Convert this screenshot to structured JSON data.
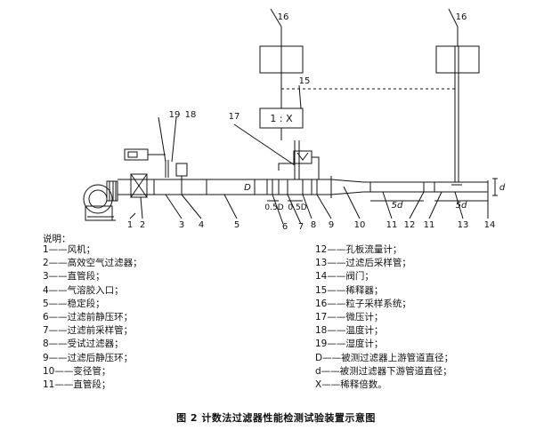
{
  "diagram": {
    "callouts": {
      "n1": "1",
      "n2": "2",
      "n3": "3",
      "n4": "4",
      "n5": "5",
      "n6": "6",
      "n7": "7",
      "n8": "8",
      "n9": "9",
      "n10": "10",
      "n11a": "11",
      "n11b": "11",
      "n12": "12",
      "n13": "13",
      "n14": "14",
      "n15": "15",
      "n16a": "16",
      "n16b": "16",
      "n17": "17",
      "n18": "18",
      "n19": "19"
    },
    "dilution_box": "1 : X",
    "dims": {
      "D": "D",
      "d": "d",
      "half_D_1": "0.5D",
      "half_D_2": "0.5D",
      "five_d_1": "5d",
      "five_d_2": "5d"
    }
  },
  "legend": {
    "heading": "说明：",
    "left": [
      "1——风机；",
      "2——高效空气过滤器；",
      "3——直管段；",
      "4——气溶胶入口；",
      "5——稳定段；",
      "6——过滤前静压环；",
      "7——过滤前采样管；",
      "8——受试过滤器；",
      "9——过滤后静压环；",
      "10——变径管；",
      "11——直管段；"
    ],
    "right": [
      "12——孔板流量计；",
      "13——过滤后采样管；",
      "14——阀门；",
      "15——稀释器；",
      "16——粒子采样系统；",
      "17——微压计；",
      "18——温度计；",
      "19——湿度计；",
      "D——被测过滤器上游管道直径；",
      "d——被测过滤器下游管道直径；",
      "X——稀释倍数。"
    ]
  },
  "caption": "图 2   计数法过滤器性能检测试验装置示意图"
}
